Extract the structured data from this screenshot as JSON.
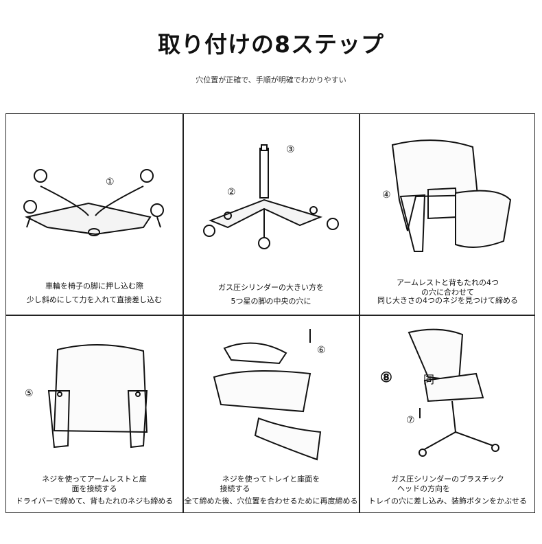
{
  "title": "取り付けの8ステップ",
  "subtitle": "穴位置が正確で、手順が明確でわかりやすい",
  "steps": [
    {
      "marker": "①",
      "lines": [
        "車輪を椅子の脚に押し込む際",
        "少し斜めにして力を入れて直接差し込む"
      ]
    },
    {
      "marker": "②",
      "marker2": "③",
      "lines": [
        "ガス圧シリンダーの大きい方を",
        "5つ星の脚の中央の穴に"
      ]
    },
    {
      "marker": "④",
      "lines": [
        "アームレストと背もたれの4つ",
        "の穴に合わせて",
        "同じ大きさの4つのネジを見つけて締める"
      ]
    },
    {
      "marker": "⑤",
      "lines": [
        "ネジを使ってアームレストと座",
        "面を接続する",
        "ドライバーで締めて、背もたれのネジも締める"
      ]
    },
    {
      "marker": "⑥",
      "lines": [
        "ネジを使ってトレイと座面を",
        "接続する",
        "全て締めた後、穴位置を合わせるために再度締める"
      ]
    },
    {
      "marker": "⑧",
      "marker2": "⑦",
      "label8": "同",
      "lines": [
        "ガス圧シリンダーのプラスチック",
        "ヘッドの方向を",
        "トレイの穴に差し込み、装飾ボタンをかぶせる"
      ]
    }
  ]
}
